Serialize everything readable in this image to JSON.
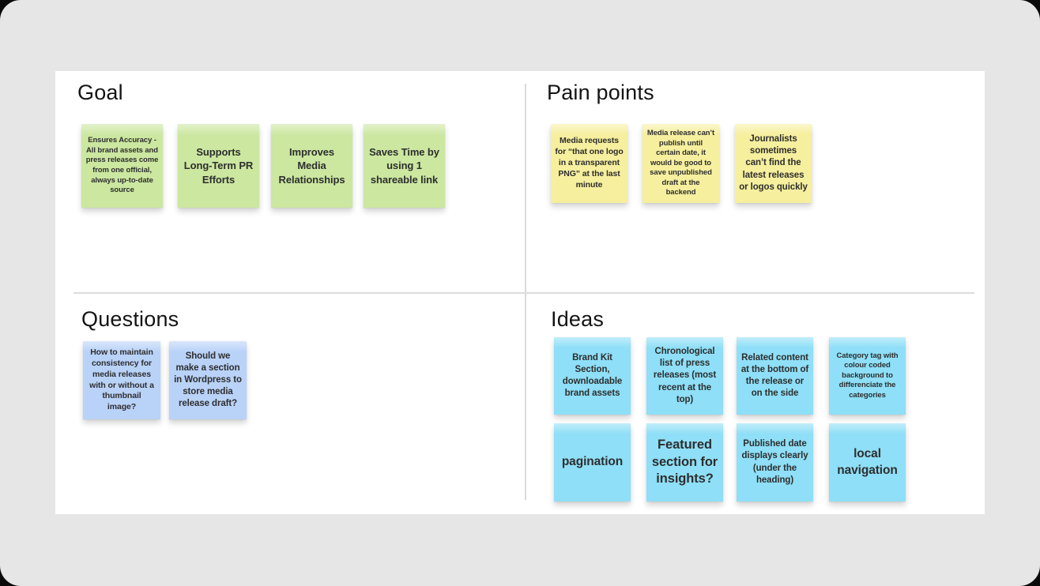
{
  "app": {
    "description": "Whiteboard retrospective board with four quadrants of sticky notes"
  },
  "colors": {
    "app_background": "#e6e6e6",
    "board_background": "#ffffff",
    "divider": "#dadada",
    "goal_sticky": "#cbe7a0",
    "pain_sticky": "#f6ef9e",
    "question_sticky": "#b9d2f8",
    "idea_sticky": "#8edff7",
    "heading_text": "#141414",
    "note_text": "#2e2e2e"
  },
  "quadrants": [
    {
      "title": "Goal",
      "color": "#cbe7a0",
      "notes": [
        {
          "text": "Ensures Accuracy - All brand assets and press releases come from one official, always up-to-date source"
        },
        {
          "text": "Supports Long-Term PR Efforts"
        },
        {
          "text": "Improves Media Relationships"
        },
        {
          "text": "Saves Time by using 1 shareable link"
        }
      ]
    },
    {
      "title": "Pain points",
      "color": "#f6ef9e",
      "notes": [
        {
          "text": "Media requests for “that one logo in a transparent PNG” at the last minute"
        },
        {
          "text": "Media release can’t publish until certain date, it would be good to save unpublished draft at the backend"
        },
        {
          "text": "Journalists sometimes can’t find the latest releases or logos quickly"
        }
      ]
    },
    {
      "title": "Questions",
      "color": "#b9d2f8",
      "notes": [
        {
          "text": "How to maintain consistency for media releases with or without a thumbnail image?"
        },
        {
          "text": "Should we make a section in Wordpress to store media release draft?"
        }
      ]
    },
    {
      "title": "Ideas",
      "color": "#8edff7",
      "notes": [
        {
          "text": "Brand Kit Section, downloadable brand assets"
        },
        {
          "text": "Chronological list of press releases (most recent at the top)"
        },
        {
          "text": "Related content at the bottom of the release or on the side"
        },
        {
          "text": "Category tag with colour coded background to differenciate the categories"
        },
        {
          "text": "pagination"
        },
        {
          "text": "Featured section for insights?"
        },
        {
          "text": "Published date displays clearly (under the heading)"
        },
        {
          "text": "local navigation"
        }
      ]
    }
  ]
}
